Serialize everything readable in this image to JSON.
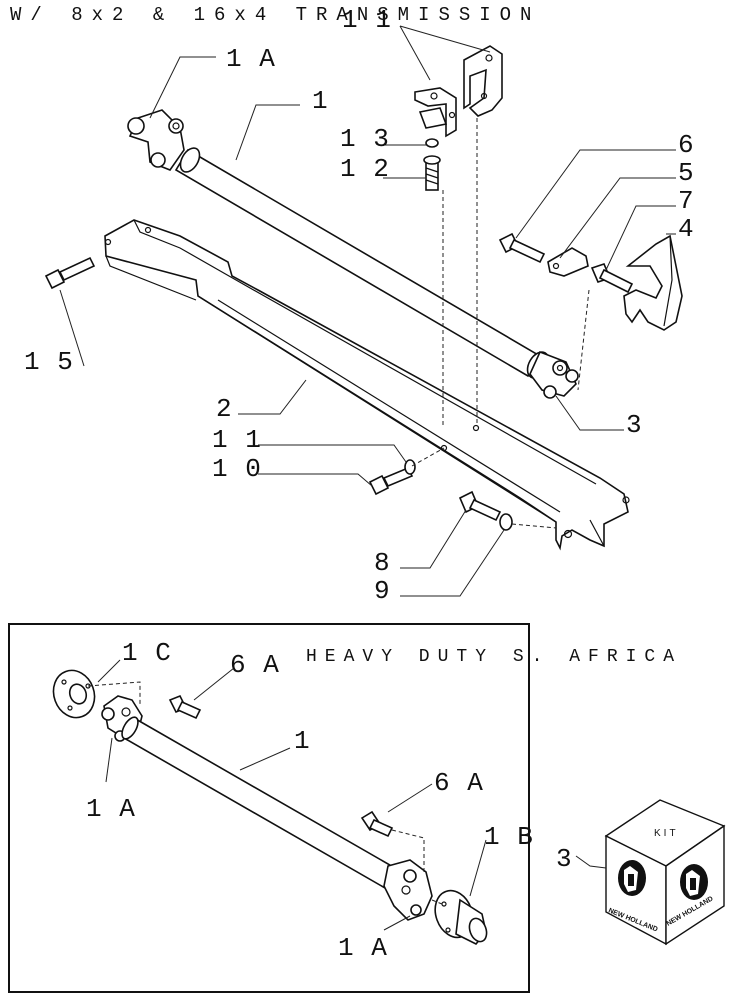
{
  "header": {
    "title": "W/ 8x2 & 16x4 TRANSMISSION"
  },
  "inset": {
    "title": "HEAVY DUTY S. AFRICA"
  },
  "kit": {
    "label": "KIT",
    "brand_line1": "NEW HOLLAND",
    "brand_line2": "NEW HOLLAND"
  },
  "callouts": {
    "c_1a_top": "1 A",
    "c_1_top": "1",
    "c_11_top": "1 1",
    "c_13": "1 3",
    "c_12": "1 2",
    "c_6": "6",
    "c_5": "5",
    "c_7": "7",
    "c_4": "4",
    "c_15": "1 5",
    "c_3_top": "3",
    "c_2": "2",
    "c_11_mid": "1 1",
    "c_10": "1 0",
    "c_8": "8",
    "c_9": "9",
    "c_1c": "1 C",
    "c_6a_left": "6 A",
    "c_1_inset": "1",
    "c_1a_left": "1 A",
    "c_6a_right": "6 A",
    "c_1b": "1 B",
    "c_1a_bottom": "1 A",
    "c_3_kit": "3"
  }
}
